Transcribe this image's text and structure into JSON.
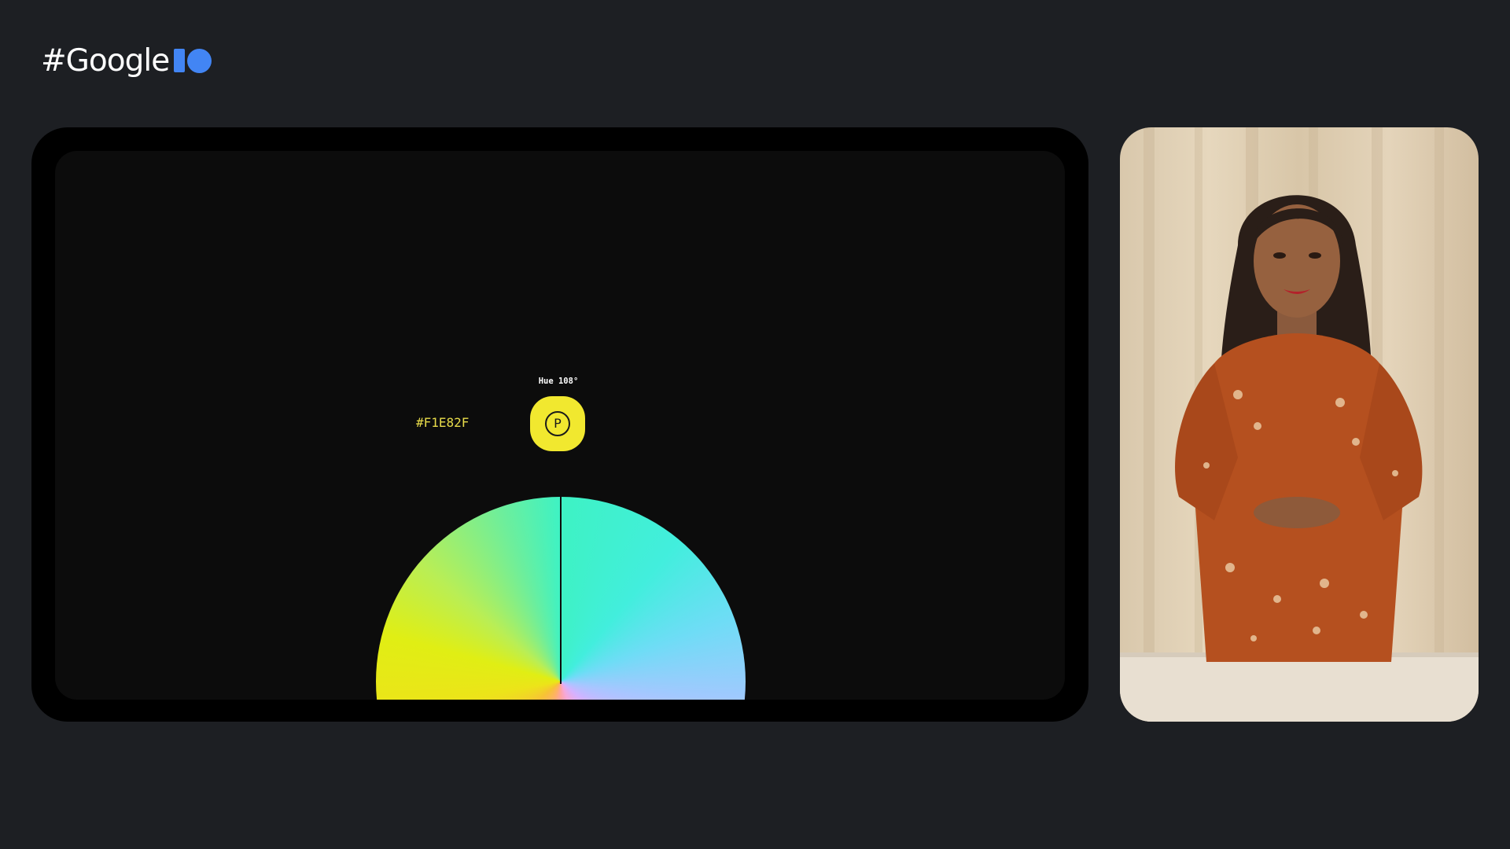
{
  "header": {
    "logo_text": "#Google",
    "logo_mark_colors": {
      "bar": "#4285f4",
      "dot": "#4285f4"
    }
  },
  "demo": {
    "hue_label": "Hue 108°",
    "hex_value": "#F1E82F",
    "swatch_color": "#f1e82f",
    "swatch_letter": "P",
    "hue_degrees": 108
  },
  "presenter": {
    "icon": "presenter-video"
  },
  "colors": {
    "background": "#1d1f23",
    "device_frame": "#000000",
    "screen": "#0c0c0c",
    "hex_text": "#e8dc4a"
  }
}
